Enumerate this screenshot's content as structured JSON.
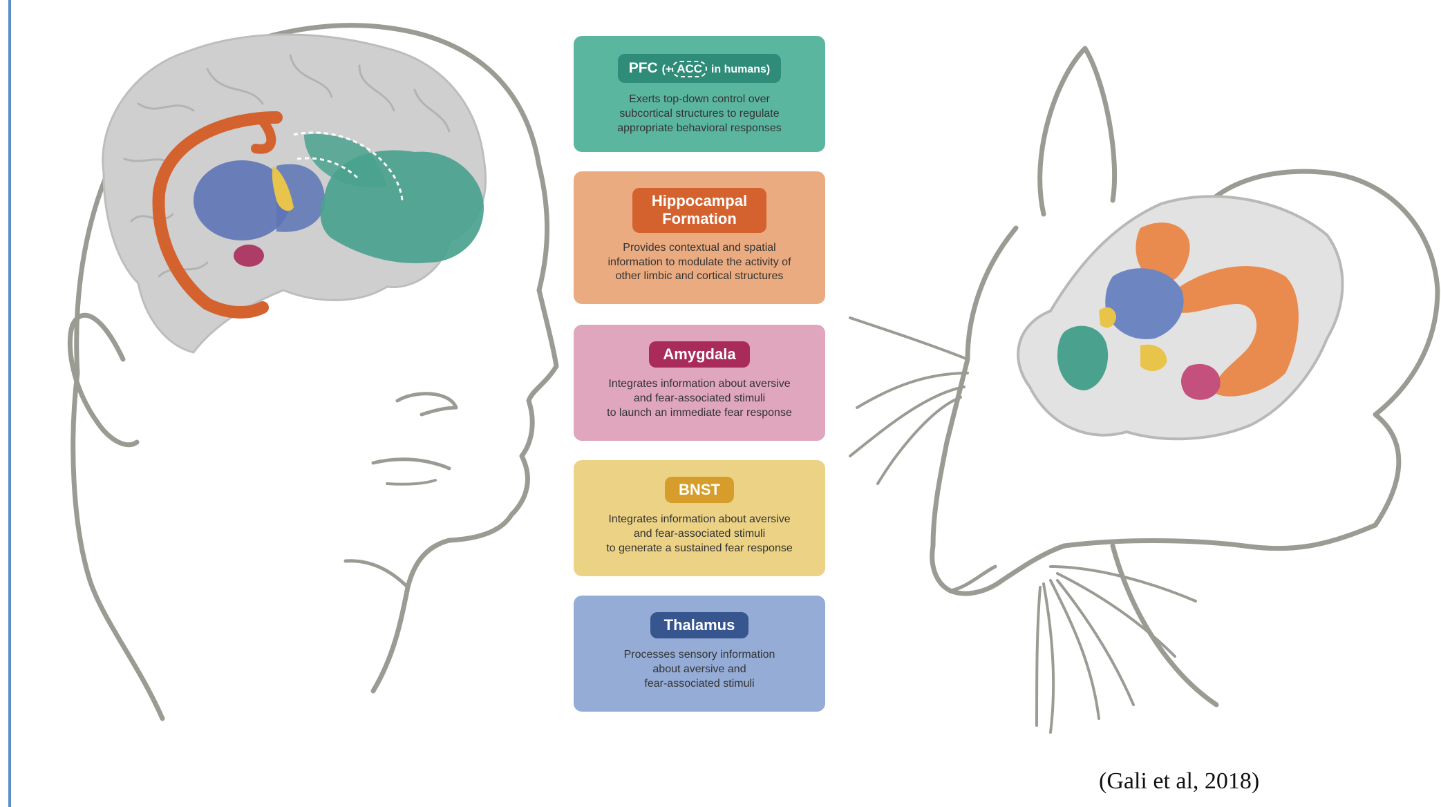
{
  "cards": {
    "pfc": {
      "title": "PFC",
      "title_open": "(+",
      "acc": "ACC",
      "title_suffix": "in humans)",
      "lines": [
        "Exerts top-down control over",
        "subcortical structures to regulate",
        "appropriate behavioral responses"
      ],
      "color": "#5bb6a0",
      "accent": "#2e8c79"
    },
    "hippocampal": {
      "title_line1": "Hippocampal",
      "title_line2": "Formation",
      "lines": [
        "Provides contextual and spatial",
        "information to modulate the activity of",
        "other limbic and cortical structures"
      ],
      "color": "#ebab80",
      "accent": "#d4622f"
    },
    "amygdala": {
      "title": "Amygdala",
      "lines": [
        "Integrates information about aversive",
        "and fear-associated stimuli",
        "to launch an immediate fear response"
      ],
      "color": "#dfa6be",
      "accent": "#a82b5a"
    },
    "bnst": {
      "title": "BNST",
      "lines": [
        "Integrates information about aversive",
        "and fear-associated stimuli",
        "to generate a sustained fear response"
      ],
      "color": "#ecd285",
      "accent": "#d69d2a"
    },
    "thalamus": {
      "title": "Thalamus",
      "lines": [
        "Processes sensory information",
        "about aversive and",
        "fear-associated stimuli"
      ],
      "color": "#94acd6",
      "accent": "#37558f"
    }
  },
  "citation": "(Gali et al, 2018)",
  "colors": {
    "outline": "#9a9c94",
    "left_rule": "#5b8fc9",
    "brain_gray": "#cfcfcf"
  }
}
